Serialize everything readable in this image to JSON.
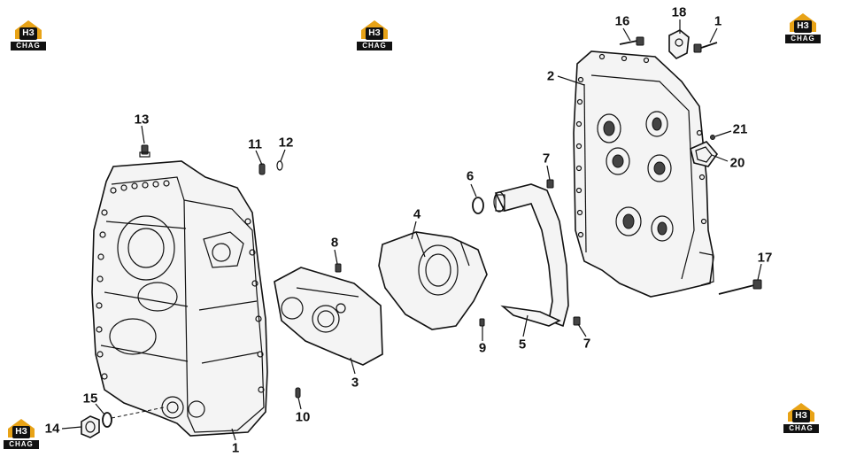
{
  "logo": {
    "mark": "НЗ",
    "word": "CHAG",
    "color": "#e8a317"
  },
  "callouts": [
    {
      "id": "c13",
      "label": "13"
    },
    {
      "id": "c11",
      "label": "11"
    },
    {
      "id": "c12",
      "label": "12"
    },
    {
      "id": "c8",
      "label": "8"
    },
    {
      "id": "c4",
      "label": "4"
    },
    {
      "id": "c6",
      "label": "6"
    },
    {
      "id": "c7a",
      "label": "7"
    },
    {
      "id": "c16",
      "label": "16"
    },
    {
      "id": "c18",
      "label": "18"
    },
    {
      "id": "c1a",
      "label": "1"
    },
    {
      "id": "c2",
      "label": "2"
    },
    {
      "id": "c21",
      "label": "21"
    },
    {
      "id": "c20",
      "label": "20"
    },
    {
      "id": "c17",
      "label": "17"
    },
    {
      "id": "c3",
      "label": "3"
    },
    {
      "id": "c9",
      "label": "9"
    },
    {
      "id": "c5",
      "label": "5"
    },
    {
      "id": "c7b",
      "label": "7"
    },
    {
      "id": "c10",
      "label": "10"
    },
    {
      "id": "c15",
      "label": "15"
    },
    {
      "id": "c14",
      "label": "14"
    },
    {
      "id": "c1b",
      "label": "1"
    }
  ]
}
